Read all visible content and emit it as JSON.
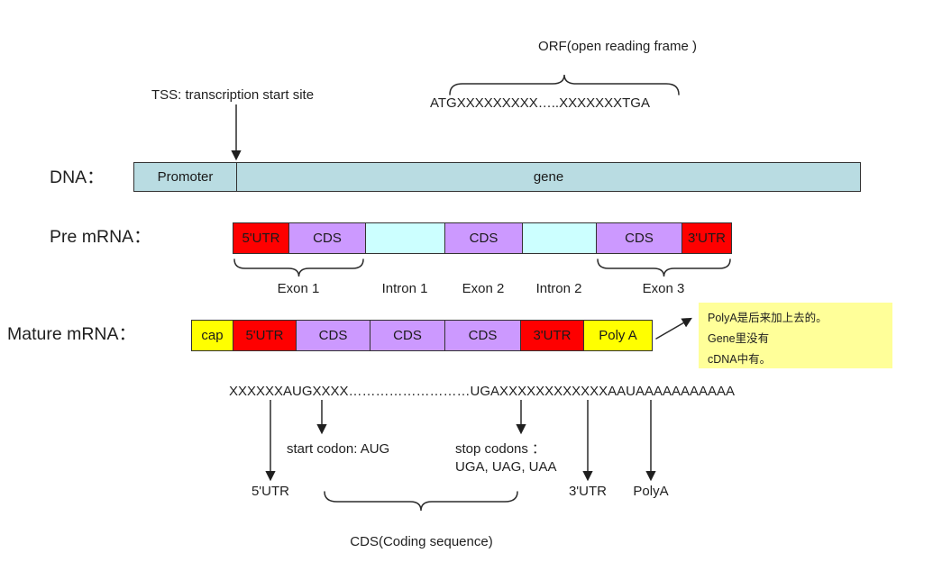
{
  "palette": {
    "dna_bar_teal": "#b9dce2",
    "utr_red": "#fe0000",
    "cds_purple": "#cc99ff",
    "intron_cyan": "#ccffff",
    "cap_polya_yellow": "#ffff00",
    "note_yellow": "#ffff99",
    "stroke": "#2b2b2b"
  },
  "orf": {
    "label": "ORF(open reading frame )",
    "sequence": "ATGXXXXXXXXX…..XXXXXXXTGA"
  },
  "tss": {
    "label": "TSS: transcription start site"
  },
  "dna": {
    "row_label": "DNA：",
    "segments": [
      {
        "label": "Promoter"
      },
      {
        "label": "gene"
      }
    ]
  },
  "pre_mrna": {
    "row_label": "Pre mRNA：",
    "segments": [
      {
        "label": "5'UTR",
        "type": "utr"
      },
      {
        "label": "CDS",
        "type": "cds"
      },
      {
        "label": "",
        "type": "intron"
      },
      {
        "label": "CDS",
        "type": "cds"
      },
      {
        "label": "",
        "type": "intron"
      },
      {
        "label": "CDS",
        "type": "cds"
      },
      {
        "label": "3'UTR",
        "type": "utr"
      }
    ],
    "region_labels": [
      "Exon 1",
      "Intron 1",
      "Exon 2",
      "Intron 2",
      "Exon 3"
    ]
  },
  "mature_mrna": {
    "row_label": "Mature mRNA：",
    "segments": [
      {
        "label": "cap"
      },
      {
        "label": "5'UTR"
      },
      {
        "label": "CDS"
      },
      {
        "label": "CDS"
      },
      {
        "label": "CDS"
      },
      {
        "label": "3'UTR"
      },
      {
        "label": "Poly A"
      }
    ]
  },
  "note": {
    "lines": [
      "PolyA是后来加上去的。",
      "Gene里没有",
      "cDNA中有。"
    ]
  },
  "sequence": {
    "text": "XXXXXXAUGXXXX………………………UGAXXXXXXXXXXXXAAUAAAAAAAAAAA"
  },
  "annotations": {
    "utr5": "5'UTR",
    "start_codon": "start codon: AUG",
    "stop_codons_title": "stop codons ：",
    "stop_codons_list": "UGA, UAG, UAA",
    "utr3": "3'UTR",
    "polya": "PolyA",
    "cds_full": "CDS(Coding sequence)"
  }
}
